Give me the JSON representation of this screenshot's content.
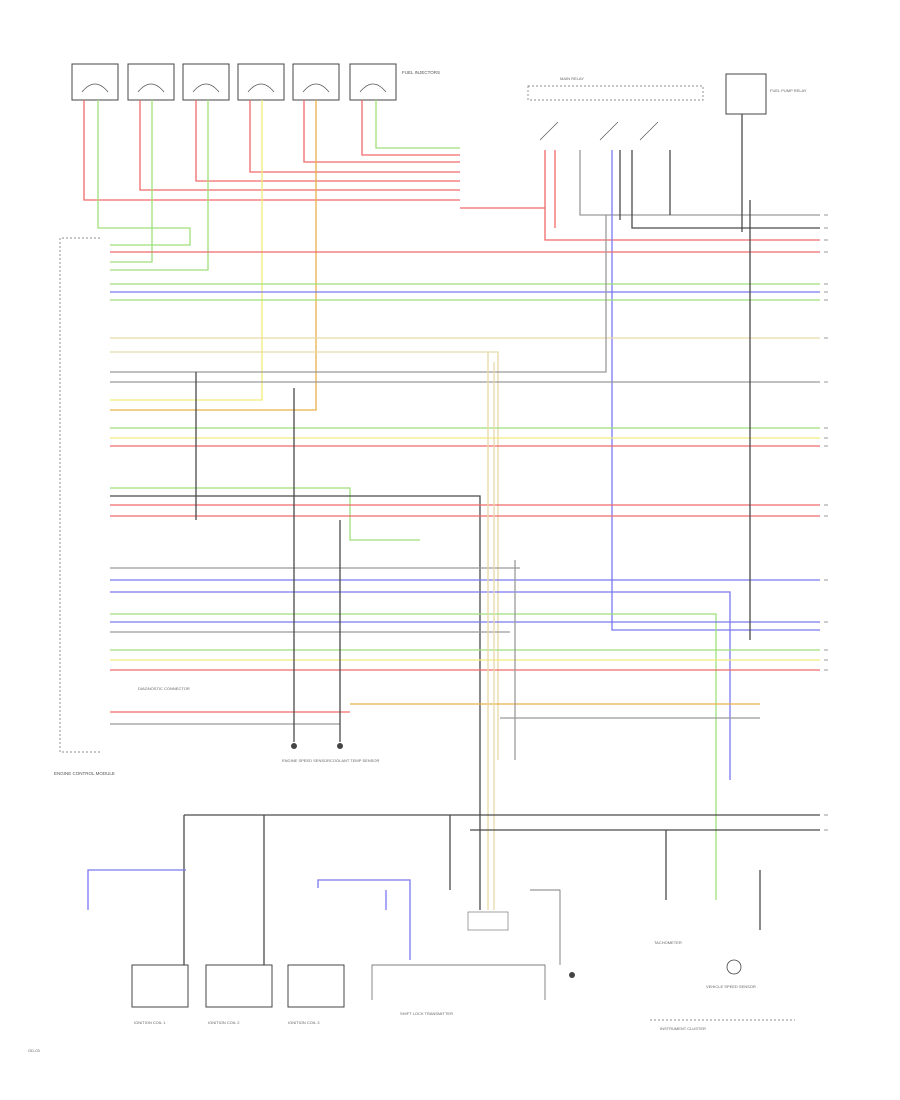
{
  "colors": {
    "red": "#f06a6a",
    "green": "#9fe07a",
    "blue": "#7a7af0",
    "yellow": "#f2ea7a",
    "orange": "#e6b04a",
    "black": "#4a4a4a",
    "gray": "#9a9a9a",
    "tan": "#e8d9a8"
  },
  "page_code": "OD-03",
  "labels": {
    "fuel_injectors": "FUEL INJECTORS",
    "ecu": "ENGINE CONTROL MODULE",
    "engine_speed_sensor": "ENGINE SPEED SENSOR",
    "coolant_temp_sensor": "COOLANT TEMP SENSOR",
    "diag_connector": "DIAGNOSTIC CONNECTOR",
    "transmitter": "SHIFT LOCK TRANSMITTER",
    "tachometer": "TACHOMETER",
    "instrument_cluster": "INSTRUMENT CLUSTER",
    "ignition_coil_1": "IGNITION COIL 1",
    "ignition_coil_2": "IGNITION COIL 2",
    "ignition_coil_3": "IGNITION COIL 3",
    "main_relay": "MAIN RELAY",
    "fuel_pump_relay": "FUEL PUMP RELAY",
    "speed_sensor": "VEHICLE SPEED SENSOR"
  }
}
